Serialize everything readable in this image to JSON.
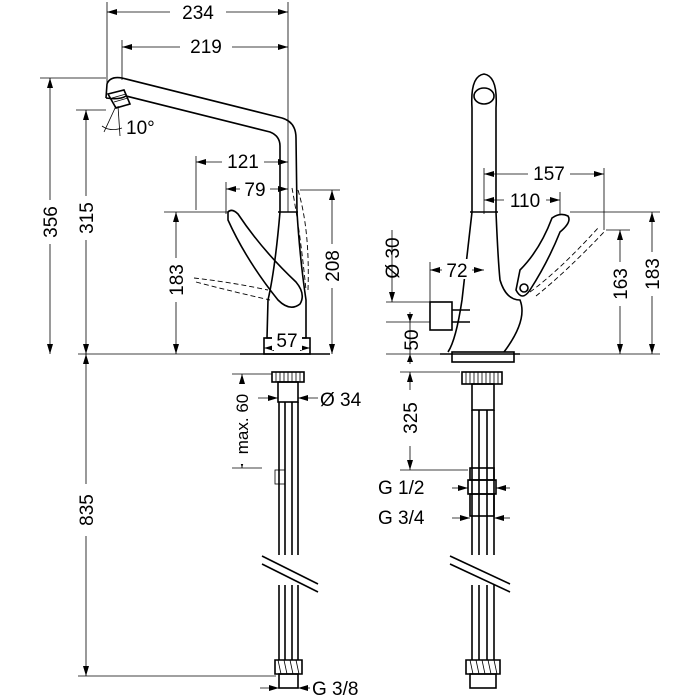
{
  "left_view": {
    "dims": {
      "width_total": "234",
      "spout_reach": "219",
      "lever_reach": "121",
      "lever_offset": "79",
      "spout_angle": "10°",
      "height_total": "356",
      "height_spout": "315",
      "lever_height": "183",
      "body_height": "208",
      "base_diameter": "57",
      "max_thickness": "max. 60",
      "hole_diameter": "Ø 34",
      "hose_length": "835",
      "connection": "G 3/8"
    }
  },
  "right_view": {
    "dims": {
      "lever_reach": "157",
      "lever_offset": "110",
      "outlet_diameter": "Ø 30",
      "outlet_offset": "72",
      "outlet_height": "50",
      "lever_height_a": "163",
      "lever_height_b": "183",
      "hose_length": "325",
      "connection_a": "G 1/2",
      "connection_b": "G 3/4"
    }
  }
}
